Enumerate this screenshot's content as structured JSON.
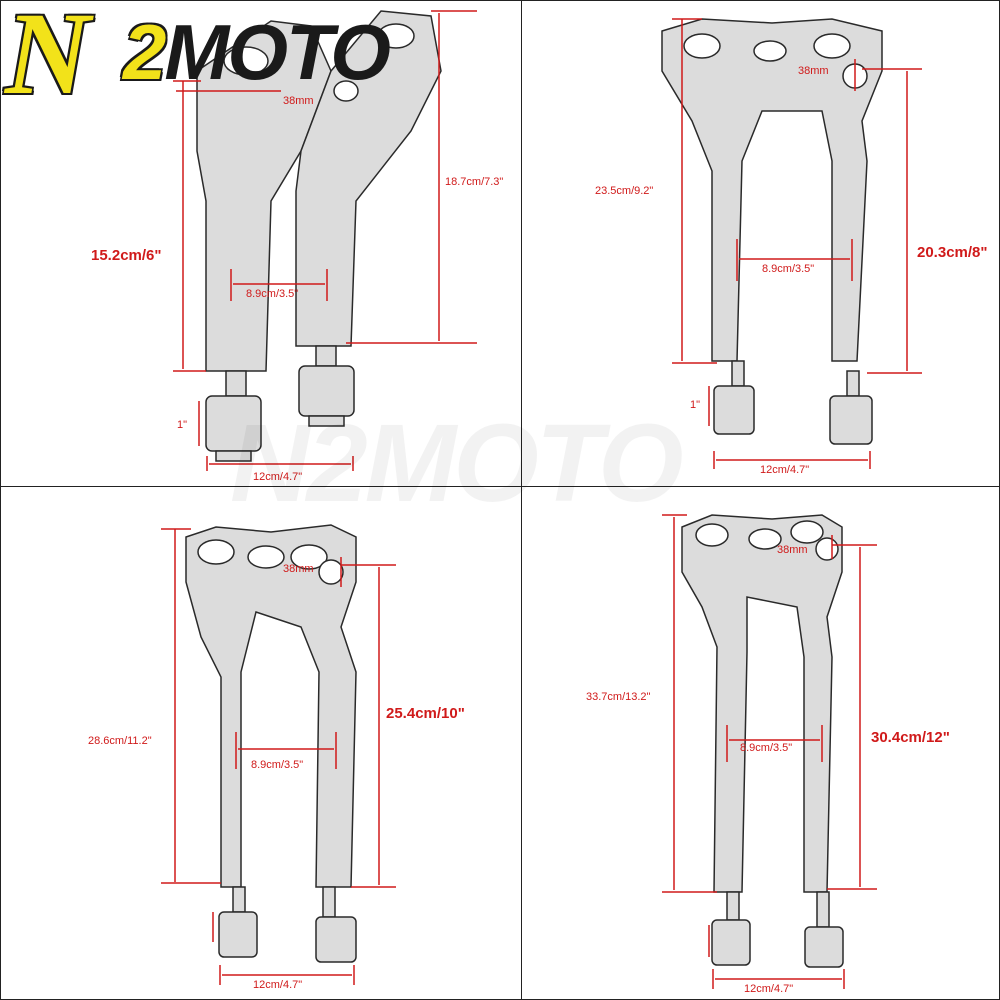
{
  "brand": {
    "logo_n": "N",
    "logo_2": "2",
    "logo_moto": "MOTO",
    "watermark": "N2MOTO"
  },
  "panels": [
    {
      "name": "6-inch",
      "labels": {
        "clamp": "38mm",
        "total_height": "18.7cm/7.3\"",
        "rise": "15.2cm/6\"",
        "center": "8.9cm/3.5\"",
        "base": "1\"",
        "width": "12cm/4.7\""
      }
    },
    {
      "name": "8-inch",
      "labels": {
        "clamp": "38mm",
        "total_height": "23.5cm/9.2\"",
        "rise": "20.3cm/8\"",
        "center": "8.9cm/3.5\"",
        "base": "1\"",
        "width": "12cm/4.7\""
      }
    },
    {
      "name": "10-inch",
      "labels": {
        "clamp": "38mm",
        "total_height": "28.6cm/11.2\"",
        "rise": "25.4cm/10\"",
        "center": "8.9cm/3.5\"",
        "width": "12cm/4.7\""
      }
    },
    {
      "name": "12-inch",
      "labels": {
        "clamp": "38mm",
        "total_height": "33.7cm/13.2\"",
        "rise": "30.4cm/12\"",
        "center": "8.9cm/3.5\"",
        "width": "12cm/4.7\""
      }
    }
  ],
  "colors": {
    "dimension": "#d01a1a",
    "logo_yellow": "#f2e21a",
    "metal": "#d8d8d8",
    "outline": "#2a2a2a"
  }
}
